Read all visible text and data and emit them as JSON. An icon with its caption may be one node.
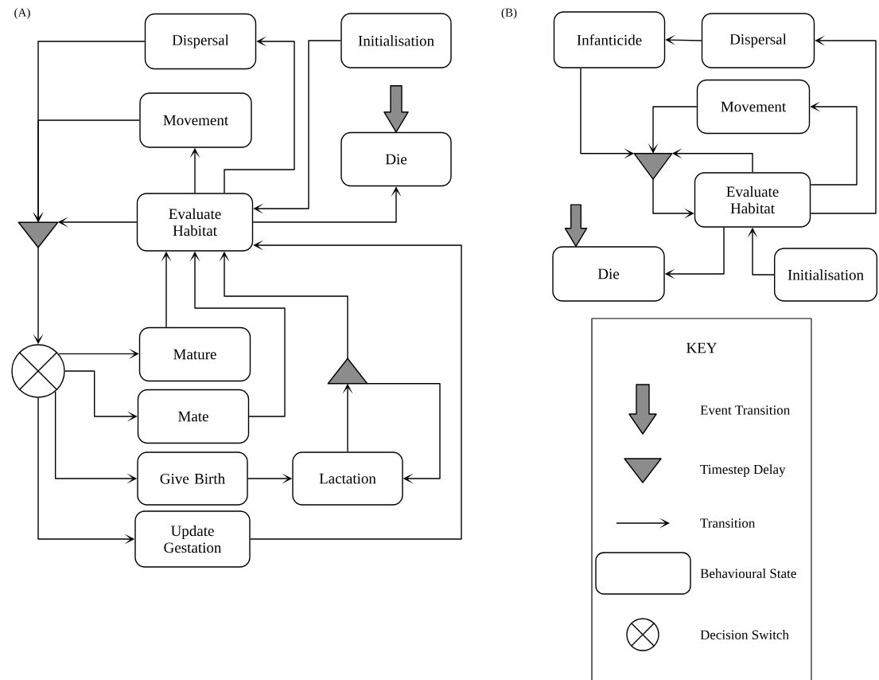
{
  "diagram": {
    "nodes": [
      {
        "text": [
          "Dispersal"
        ]
      },
      {
        "text": [
          "Initialisation"
        ]
      },
      {
        "text": [
          "Die"
        ]
      },
      {
        "text": [
          "Movement"
        ]
      },
      {
        "text": [
          "Evaluate Habitat"
        ]
      },
      {
        "text": [],
        "shape": "triangle"
      },
      {
        "text": [],
        "shape": "circle"
      },
      {
        "text": [
          "Mature"
        ]
      },
      {
        "text": [
          "Mate"
        ]
      },
      {
        "text": [
          "Give Birth"
        ]
      },
      {
        "text": [
          "Lactation"
        ]
      },
      {
        "text": [],
        "shape": "triangle"
      },
      {
        "text": [
          "Update Gestation"
        ]
      },
      {
        "text": [
          "Infanticide"
        ]
      },
      {
        "text": [
          "Dispersal"
        ]
      },
      {
        "text": [
          "Movement"
        ]
      },
      {
        "text": [],
        "shape": "triangle"
      },
      {
        "text": [
          "Evaluate Habitat"
        ]
      },
      {
        "text": [
          "Die"
        ]
      },
      {
        "text": [
          "Initialisation"
        ]
      }
    ],
    "edges": [
      {
        "from": 0,
        "to": 5,
        "arrow": "to"
      },
      {
        "from": 3,
        "to": 5,
        "arrow": "to"
      },
      {
        "from": 4,
        "to": 5,
        "arrow": "to"
      },
      {
        "from": 4,
        "to": 3,
        "arrow": "to"
      },
      {
        "from": 4,
        "to": 0,
        "arrow": "to"
      },
      {
        "from": 1,
        "to": 4,
        "arrow": "to"
      },
      {
        "from": 4,
        "to": 2,
        "arrow": "to"
      },
      {
        "from": 12,
        "to": 4,
        "arrow": "to"
      },
      {
        "from": 5,
        "to": 6,
        "arrow": "to"
      },
      {
        "from": 6,
        "to": 7,
        "arrow": "to"
      },
      {
        "from": 6,
        "to": 8,
        "arrow": "to"
      },
      {
        "from": 6,
        "to": 9,
        "arrow": "to"
      },
      {
        "from": 6,
        "to": 12,
        "arrow": "to"
      },
      {
        "from": 7,
        "to": 4,
        "arrow": "to"
      },
      {
        "from": 8,
        "to": 4,
        "arrow": "to"
      },
      {
        "from": 11,
        "to": 4,
        "arrow": "to"
      },
      {
        "from": 9,
        "to": 10,
        "arrow": "to"
      },
      {
        "from": 10,
        "to": 11,
        "arrow": "to"
      },
      {
        "from": 11,
        "to": 10,
        "arrow": "to"
      },
      {
        "from": null,
        "to": 2,
        "arrow": "to",
        "style": "thick"
      },
      {
        "from": 14,
        "to": 13,
        "arrow": "to"
      },
      {
        "from": 13,
        "to": 16,
        "arrow": "to"
      },
      {
        "from": 15,
        "to": 16,
        "arrow": "to"
      },
      {
        "from": 17,
        "to": 16,
        "arrow": "to"
      },
      {
        "from": 16,
        "to": 17,
        "arrow": "to"
      },
      {
        "from": 17,
        "to": 15,
        "arrow": "to"
      },
      {
        "from": 17,
        "to": 14,
        "arrow": "to"
      },
      {
        "from": 17,
        "to": 18,
        "arrow": "to"
      },
      {
        "from": 19,
        "to": 17,
        "arrow": "to"
      },
      {
        "from": null,
        "to": 18,
        "arrow": "to",
        "style": "thick"
      }
    ],
    "labels": [
      "(A)",
      "(B)",
      "KEY"
    ],
    "legend": [
      {
        "text": "Event Transition"
      },
      {
        "text": "Timestep Delay"
      },
      {
        "text": "Transition"
      },
      {
        "text": "Behavioural State"
      },
      {
        "text": "Decision Switch"
      }
    ]
  }
}
